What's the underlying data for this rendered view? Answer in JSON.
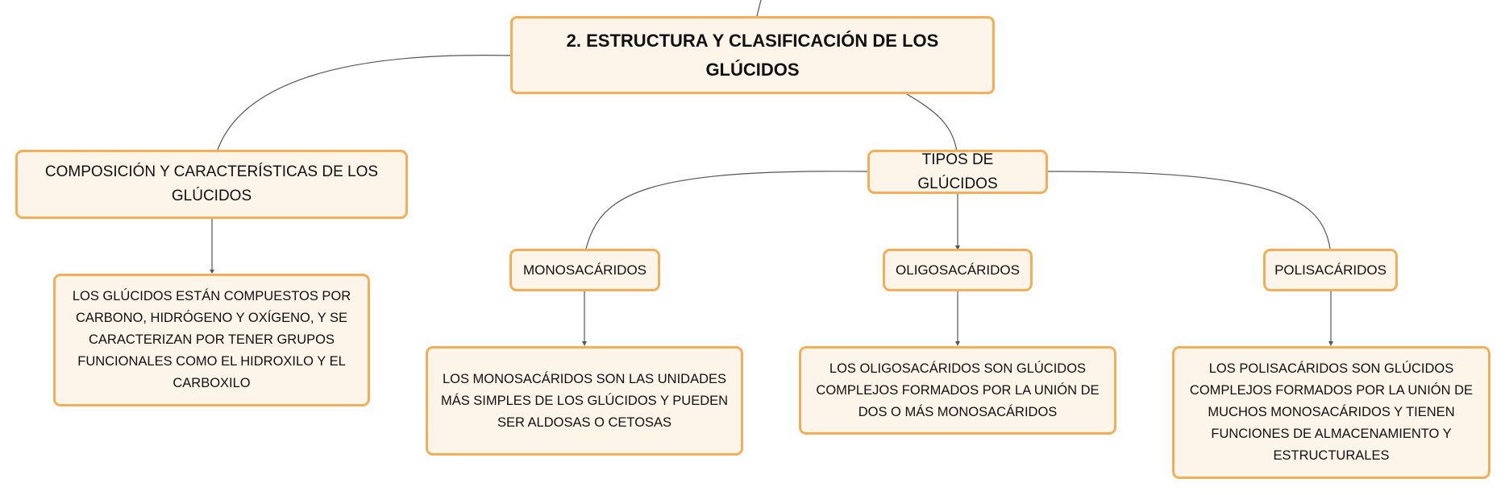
{
  "colors": {
    "node_fill": "#fdf4ea",
    "node_border": "#f4ae57",
    "connector": "#555555",
    "text": "#111111"
  },
  "root": {
    "label": "2. ESTRUCTURA Y CLASIFICACIÓN DE LOS GLÚCIDOS"
  },
  "composition": {
    "label": "COMPOSICIÓN Y CARACTERÍSTICAS DE LOS GLÚCIDOS",
    "detail": "LOS GLÚCIDOS ESTÁN COMPUESTOS POR CARBONO, HIDRÓGENO Y OXÍGENO, Y SE CARACTERIZAN POR TENER GRUPOS FUNCIONALES COMO EL HIDROXILO Y EL CARBOXILO"
  },
  "types": {
    "label": "TIPOS DE GLÚCIDOS",
    "children": [
      {
        "label": "MONOSACÁRIDOS",
        "detail": "LOS MONOSACÁRIDOS SON LAS UNIDADES MÁS SIMPLES DE LOS GLÚCIDOS Y PUEDEN SER ALDOSAS O CETOSAS"
      },
      {
        "label": "OLIGOSACÁRIDOS",
        "detail": "LOS OLIGOSACÁRIDOS SON GLÚCIDOS COMPLEJOS FORMADOS POR LA UNIÓN DE DOS O MÁS MONOSACÁRIDOS"
      },
      {
        "label": "POLISACÁRIDOS",
        "detail": "LOS POLISACÁRIDOS SON GLÚCIDOS COMPLEJOS FORMADOS POR LA UNIÓN DE MUCHOS MONOSACÁRIDOS Y TIENEN FUNCIONES DE ALMACENAMIENTO Y ESTRUCTURALES"
      }
    ]
  }
}
